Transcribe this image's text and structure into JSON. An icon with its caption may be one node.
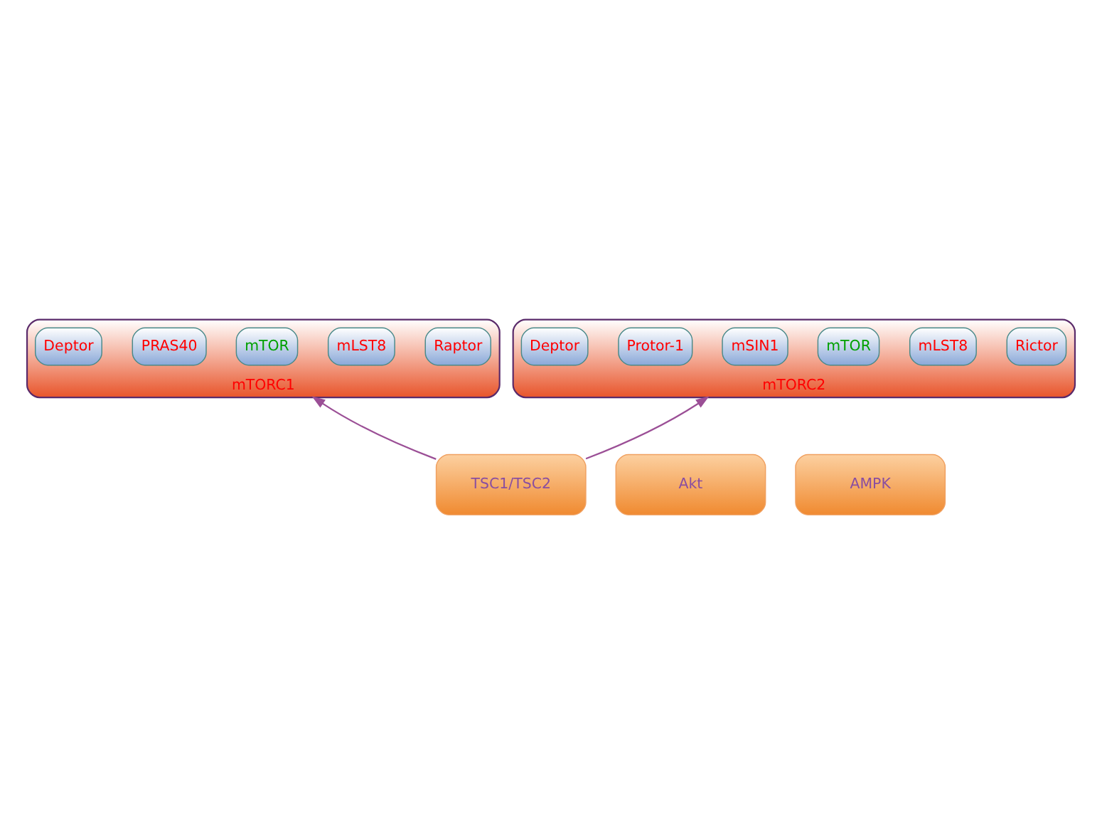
{
  "diagram": {
    "nodes": [
      {
        "text": [
          "mTORC1"
        ]
      },
      {
        "text": [
          "Raptor"
        ],
        "in": 0
      },
      {
        "text": [
          "mLST8"
        ],
        "in": 0
      },
      {
        "text": [
          "mTOR"
        ],
        "in": 0
      },
      {
        "text": [
          "PRAS40"
        ],
        "in": 0
      },
      {
        "text": [
          "Deptor"
        ],
        "in": 0
      },
      {
        "text": [
          "mTORC2"
        ]
      },
      {
        "text": [
          "Rictor"
        ],
        "in": 6
      },
      {
        "text": [
          "mLST8"
        ],
        "in": 6
      },
      {
        "text": [
          "mTOR"
        ],
        "in": 6
      },
      {
        "text": [
          "mSIN1"
        ],
        "in": 6
      },
      {
        "text": [
          "Protor-1"
        ],
        "in": 6
      },
      {
        "text": [
          "Deptor"
        ],
        "in": 6
      },
      {
        "text": [
          "Akt"
        ]
      },
      {
        "text": [
          "AMPK"
        ]
      },
      {
        "text": [
          "TSC1/TSC2"
        ]
      }
    ],
    "edges": [
      {
        "from": 15,
        "to": 0,
        "arrow": "to"
      },
      {
        "from": 15,
        "to": 6,
        "arrow": "to"
      }
    ]
  }
}
